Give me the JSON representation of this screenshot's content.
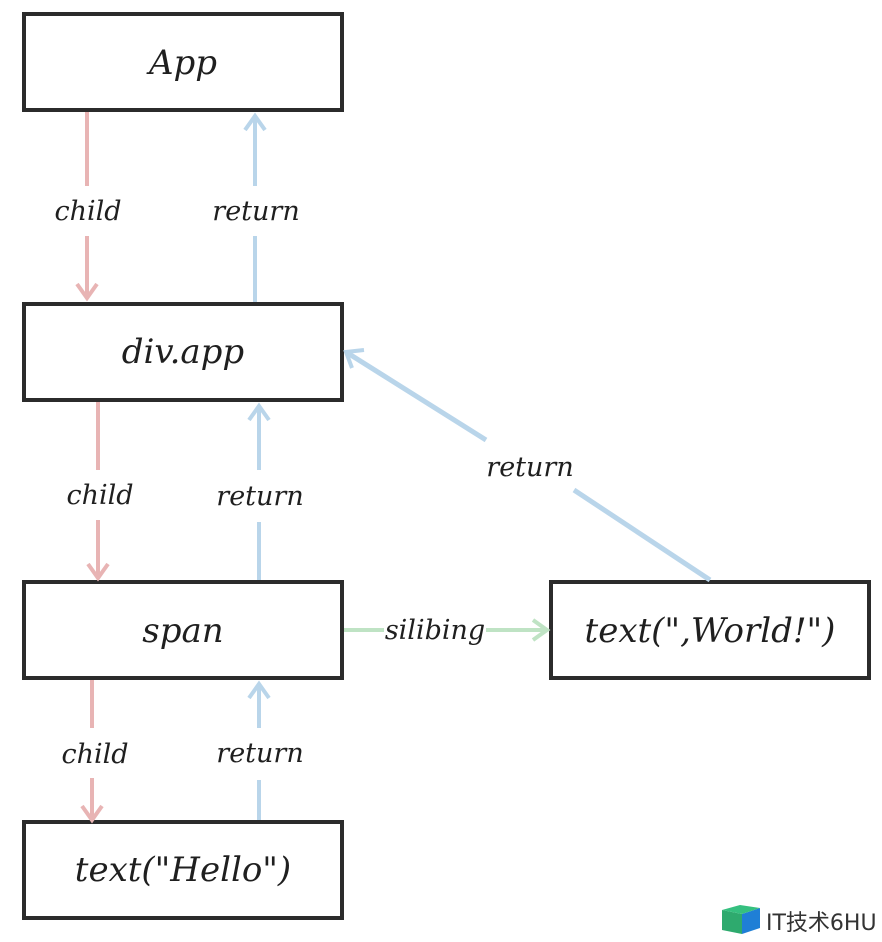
{
  "diagram": {
    "nodes": {
      "app": "App",
      "div_app": "div.app",
      "span": "span",
      "text_world": "text(\",World!\")",
      "text_hello": "text(\"Hello\")"
    },
    "edges": {
      "app_child": "child",
      "div_return": "return",
      "div_child": "child",
      "span_return": "return",
      "world_return": "return",
      "sibling": "silibing",
      "span_child": "child",
      "hello_return": "return"
    },
    "colors": {
      "child": "#e8b4b4",
      "return": "#b9d5ea",
      "sibling": "#bfe3c4",
      "box_border": "#2b2b2b"
    }
  },
  "watermark": {
    "text": "IT技术6HU"
  }
}
